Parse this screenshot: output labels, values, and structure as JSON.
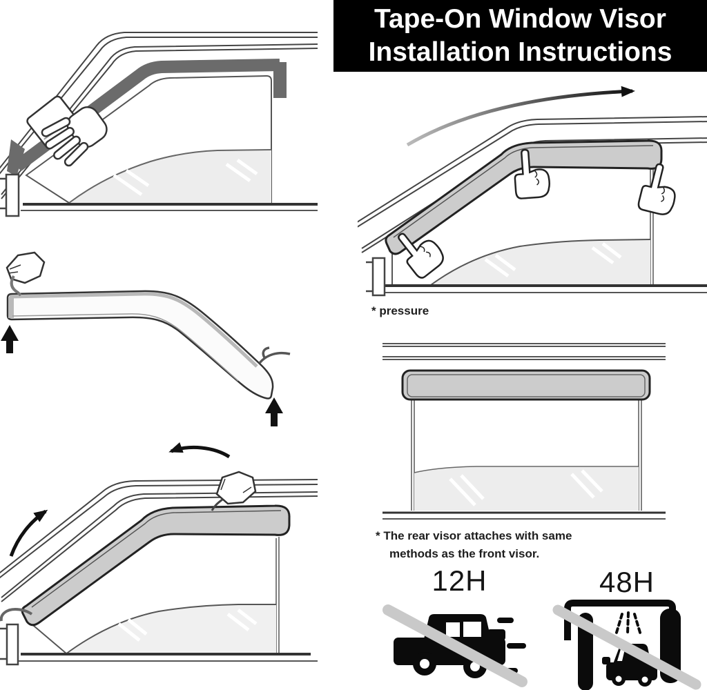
{
  "title": {
    "line1": "Tape-On Window Visor",
    "line2": "Installation Instructions"
  },
  "notes": {
    "pressure": "* pressure",
    "rear_visor_line1": "* The rear visor attaches with same",
    "rear_visor_line2": "methods as the front visor."
  },
  "wait_times": {
    "no_driving": "12H",
    "no_car_wash": "48H"
  },
  "icons": {
    "no_driving": "no-driving-car-icon",
    "no_car_wash": "no-car-wash-icon",
    "step_arrows": "direction-arrow-icon",
    "hands": "hand-icon"
  },
  "colors": {
    "banner_bg": "#000000",
    "banner_text": "#ffffff",
    "visor_fill": "#cccccc",
    "frame_tape_band": "#6b6b6b",
    "glass_shade": "#ededed",
    "prohibition_bar": "#c9c9c9",
    "outline": "#222222"
  }
}
